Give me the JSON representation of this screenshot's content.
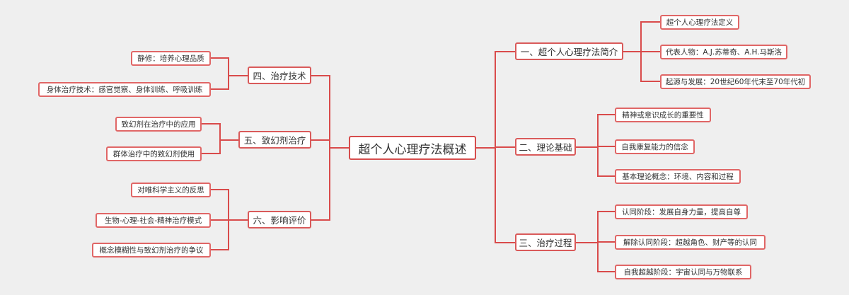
{
  "colors": {
    "line": "#d94b4b",
    "background": "#efefef"
  },
  "root": "超个人心理疗法概述",
  "branches": [
    {
      "id": "b1",
      "label": "一、超个人心理疗法简介",
      "children": [
        "超个人心理疗法定义",
        "代表人物：A.J.苏蒂奇、A.H.马斯洛",
        "起源与发展：20世纪60年代末至70年代初"
      ]
    },
    {
      "id": "b2",
      "label": "二、理论基础",
      "children": [
        "精神或意识成长的重要性",
        "自我康复能力的信念",
        "基本理论概念：环境、内容和过程"
      ]
    },
    {
      "id": "b3",
      "label": "三、治疗过程",
      "children": [
        "认同阶段：发展自身力量，提高自尊",
        "解除认同阶段：超越角色、财产等的认同",
        "自我超越阶段：宇宙认同与万物联系"
      ]
    },
    {
      "id": "b4",
      "label": "四、治疗技术",
      "children": [
        "静修：培养心理品质",
        "身体治疗技术：感官觉察、身体训练、呼吸训练"
      ]
    },
    {
      "id": "b5",
      "label": "五、致幻剂治疗",
      "children": [
        "致幻剂在治疗中的应用",
        "群体治疗中的致幻剂使用"
      ]
    },
    {
      "id": "b6",
      "label": "六、影响评价",
      "children": [
        "对唯科学主义的反思",
        "生物-心理-社会-精神治疗模式",
        "概念模糊性与致幻剂治疗的争议"
      ]
    }
  ]
}
